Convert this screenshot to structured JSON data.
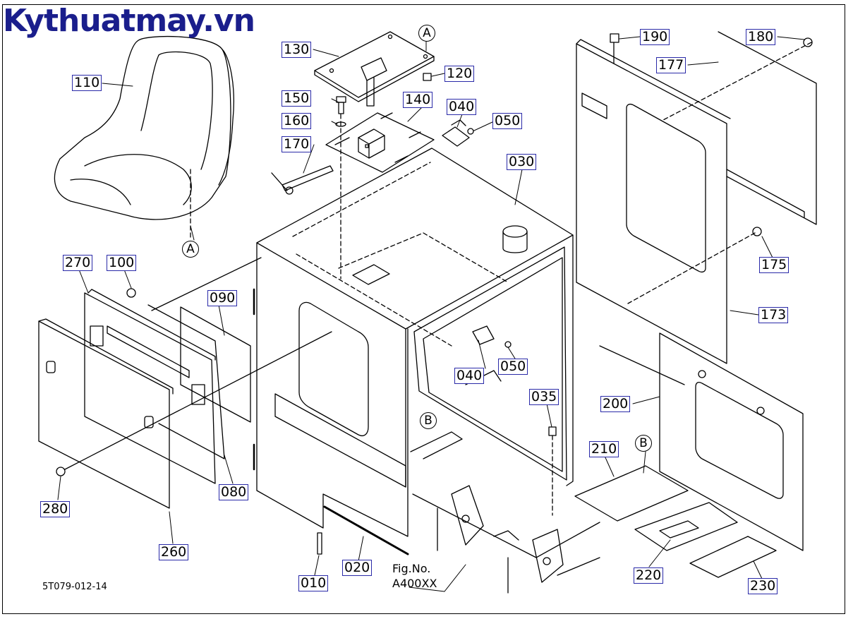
{
  "watermark": "Kythuatmay.vn",
  "drawing_code": "5T079-012-14",
  "figure_ref": {
    "line1": "Fig.No.",
    "line2": "A400XX"
  },
  "ref_markers": {
    "a_top": "A",
    "a_seat": "A",
    "b_left": "B",
    "b_right": "B"
  },
  "parts": [
    {
      "id": "p110",
      "label": "110"
    },
    {
      "id": "p130",
      "label": "130"
    },
    {
      "id": "p120",
      "label": "120"
    },
    {
      "id": "p150",
      "label": "150"
    },
    {
      "id": "p140",
      "label": "140"
    },
    {
      "id": "p040a",
      "label": "040"
    },
    {
      "id": "p050a",
      "label": "050"
    },
    {
      "id": "p160",
      "label": "160"
    },
    {
      "id": "p170",
      "label": "170"
    },
    {
      "id": "p030",
      "label": "030"
    },
    {
      "id": "p190",
      "label": "190"
    },
    {
      "id": "p180",
      "label": "180"
    },
    {
      "id": "p177",
      "label": "177"
    },
    {
      "id": "p175",
      "label": "175"
    },
    {
      "id": "p173",
      "label": "173"
    },
    {
      "id": "p270",
      "label": "270"
    },
    {
      "id": "p100",
      "label": "100"
    },
    {
      "id": "p090",
      "label": "090"
    },
    {
      "id": "p040b",
      "label": "040"
    },
    {
      "id": "p050b",
      "label": "050"
    },
    {
      "id": "p035",
      "label": "035"
    },
    {
      "id": "p200",
      "label": "200"
    },
    {
      "id": "p210",
      "label": "210"
    },
    {
      "id": "p280",
      "label": "280"
    },
    {
      "id": "p080",
      "label": "080"
    },
    {
      "id": "p260",
      "label": "260"
    },
    {
      "id": "p010",
      "label": "010"
    },
    {
      "id": "p020",
      "label": "020"
    },
    {
      "id": "p220",
      "label": "220"
    },
    {
      "id": "p230",
      "label": "230"
    }
  ]
}
